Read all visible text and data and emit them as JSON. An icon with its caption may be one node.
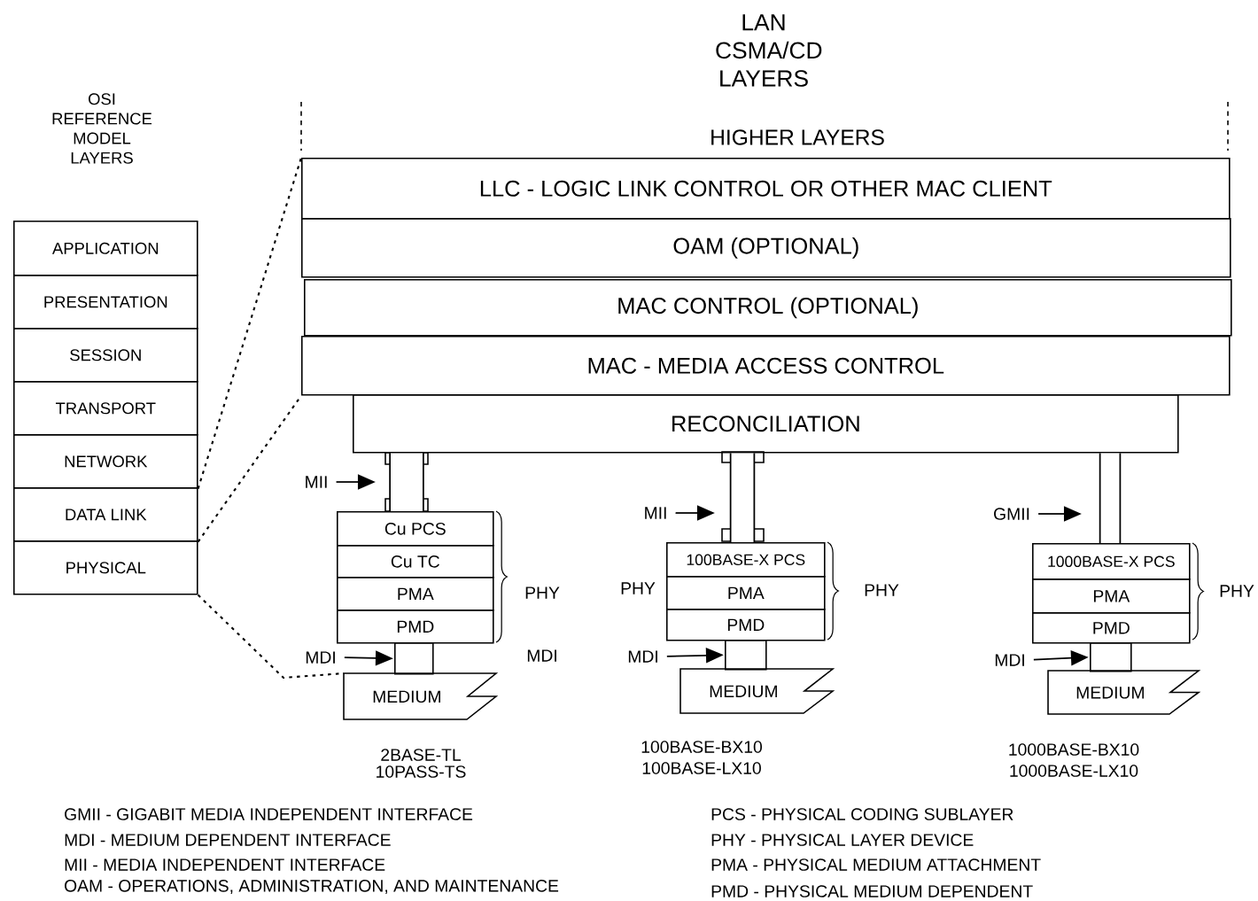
{
  "diagram": {
    "nodes": [
      {
        "text": [
          "APPLICATION"
        ]
      },
      {
        "text": [
          "PRESENTATION"
        ]
      },
      {
        "text": [
          "SESSION"
        ]
      },
      {
        "text": [
          "TRANSPORT"
        ]
      },
      {
        "text": [
          "NETWORK"
        ]
      },
      {
        "text": [
          "DATA LINK"
        ]
      },
      {
        "text": [
          "PHYSICAL"
        ]
      },
      {
        "text": [
          "LLC - LOGIC LINK CONTROL OR OTHER MAC CLIENT"
        ]
      },
      {
        "text": [
          "OAM (OPTIONAL)"
        ]
      },
      {
        "text": [
          "MAC CONTROL (OPTIONAL)"
        ]
      },
      {
        "text": [
          "MAC - MEDIA ACCESS CONTROL"
        ]
      },
      {
        "text": [
          "RECONCILIATION"
        ]
      },
      {
        "text": [
          "Cu PCS"
        ]
      },
      {
        "text": [
          "Cu TC"
        ]
      },
      {
        "text": [
          "PMA"
        ]
      },
      {
        "text": [
          "PMD"
        ]
      },
      {
        "text": [
          "MEDIUM"
        ]
      },
      {
        "text": [
          "100BASE-X PCS"
        ]
      },
      {
        "text": [
          "PMA"
        ]
      },
      {
        "text": [
          "PMD"
        ]
      },
      {
        "text": [
          "MEDIUM"
        ]
      },
      {
        "text": [
          "1000BASE-X PCS"
        ]
      },
      {
        "text": [
          "PMA"
        ]
      },
      {
        "text": [
          "PMD"
        ]
      },
      {
        "text": [
          "MEDIUM"
        ]
      },
      {
        "text": [
          "MII"
        ]
      },
      {
        "text": [
          "MDI"
        ]
      },
      {
        "text": [
          "MII"
        ]
      },
      {
        "text": [
          "MDI"
        ]
      },
      {
        "text": [
          "GMII"
        ]
      },
      {
        "text": [
          "MDI"
        ]
      },
      {
        "text": [],
        "shape": "box"
      },
      {
        "text": [],
        "shape": "box"
      },
      {
        "text": [],
        "shape": "box"
      }
    ],
    "edges": [
      {
        "from": 11,
        "to": 12,
        "arrow": "none",
        "style": "thick"
      },
      {
        "from": 11,
        "to": 17,
        "arrow": "none",
        "style": "thick"
      },
      {
        "from": 11,
        "to": 21,
        "arrow": "none",
        "style": "thick"
      },
      {
        "from": 25,
        "to": null,
        "arrow": "to"
      },
      {
        "from": 26,
        "to": 31,
        "arrow": "to"
      },
      {
        "from": 27,
        "to": null,
        "arrow": "to"
      },
      {
        "from": 28,
        "to": 32,
        "arrow": "to"
      },
      {
        "from": 29,
        "to": null,
        "arrow": "to"
      },
      {
        "from": 30,
        "to": 33,
        "arrow": "to"
      },
      {
        "from": 4,
        "to": 7,
        "arrow": "none",
        "style": "dashed"
      },
      {
        "from": 5,
        "to": 10,
        "arrow": "none",
        "style": "dashed"
      },
      {
        "from": 6,
        "to": 16,
        "arrow": "none",
        "style": "dashed"
      }
    ],
    "labels": [
      "LAN CSMA/CD LAYERS",
      "OSI REFERENCE MODEL LAYERS",
      "HIGHER LAYERS",
      "PHY",
      "PHY",
      "PHY",
      "PHY",
      "MDI",
      "2BASE-TL",
      "10PASS-TS",
      "100BASE-BX10",
      "100BASE-LX10",
      "1000BASE-BX10",
      "1000BASE-LX10",
      "GMII - GIGABIT MEDIA INDEPENDENT INTERFACE",
      "MDI - MEDIUM DEPENDENT INTERFACE",
      "MII - MEDIA INDEPENDENT INTERFACE",
      "OAM - OPERATIONS, ADMINISTRATION, AND MAINTENANCE",
      "PCS - PHYSICAL CODING SUBLAYER",
      "PHY - PHYSICAL LAYER DEVICE",
      "PMA - PHYSICAL MEDIUM ATTACHMENT",
      "PMD - PHYSICAL MEDIUM DEPENDENT"
    ]
  }
}
